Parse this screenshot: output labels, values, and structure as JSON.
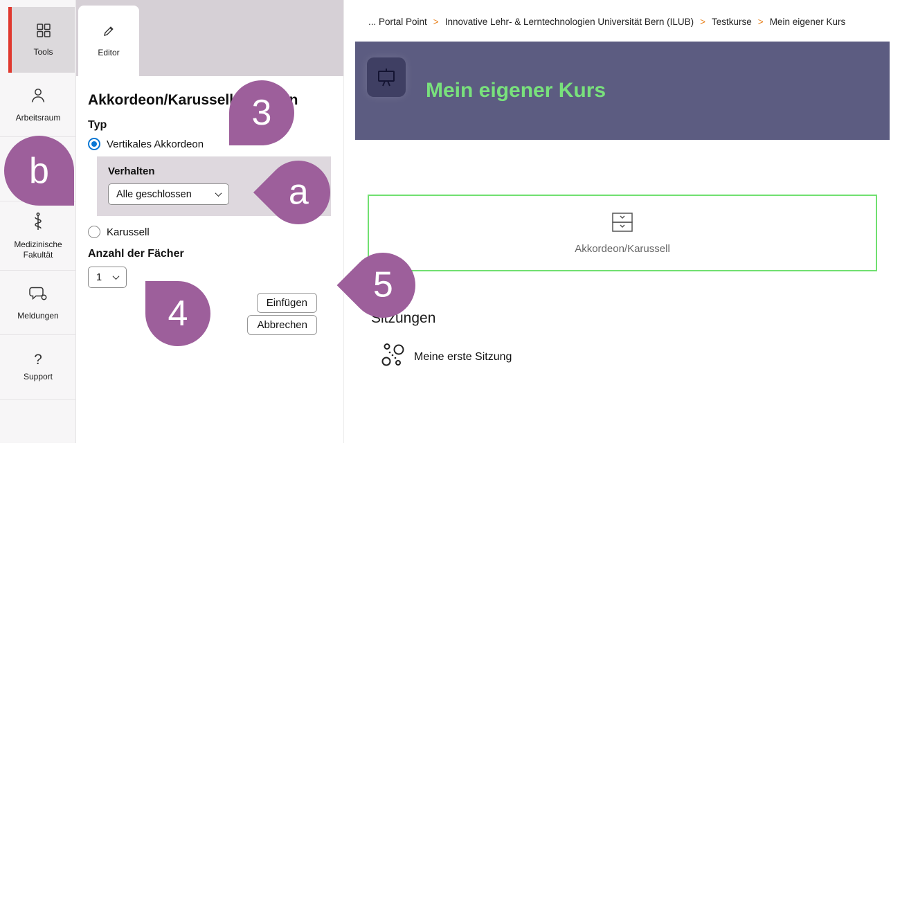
{
  "colors": {
    "annotation_purple": "#9d5f9b",
    "banner_background": "#5c5c81",
    "course_title_green": "#79e17c",
    "dropzone_border_green": "#70e070",
    "breadcrumb_separator_orange": "#e8821e",
    "radio_selected_blue": "#0b78d4",
    "rail_active_red": "#e0392f"
  },
  "rail": {
    "items": [
      {
        "label": "Tools",
        "icon": "grid-icon"
      },
      {
        "label": "Arbeitsraum",
        "icon": "person-icon"
      },
      {
        "label": "Medizinische Fakultät",
        "icon": "caduceus-icon"
      },
      {
        "label": "Meldungen",
        "icon": "chat-bubbles-icon"
      },
      {
        "label": "Support",
        "icon": "question-mark-icon"
      }
    ]
  },
  "editor": {
    "tab_label": "Editor",
    "title": "Akkordeon/Karussell einfügen",
    "typ_label": "Typ",
    "radio_vertical_label": "Vertikales Akkordeon",
    "verhalten_label": "Verhalten",
    "verhalten_value": "Alle geschlossen",
    "radio_karussell_label": "Karussell",
    "anzahl_label": "Anzahl der Fächer",
    "anzahl_value": "1",
    "insert_button": "Einfügen",
    "cancel_button": "Abbrechen"
  },
  "breadcrumb": {
    "separator": ">",
    "items": [
      "... Portal Point",
      "Innovative Lehr- & Lerntechnologien Universität Bern (ILUB)",
      "Testkurse",
      "Mein eigener Kurs"
    ]
  },
  "course": {
    "title": "Mein eigener Kurs",
    "dropzone_label": "Akkordeon/Karussell",
    "section_title": "Sitzungen",
    "session_label": "Meine erste Sitzung"
  },
  "annotations": {
    "balloons": [
      {
        "label": "3"
      },
      {
        "label": "b"
      },
      {
        "label": "a"
      },
      {
        "label": "4"
      },
      {
        "label": "5"
      }
    ]
  }
}
